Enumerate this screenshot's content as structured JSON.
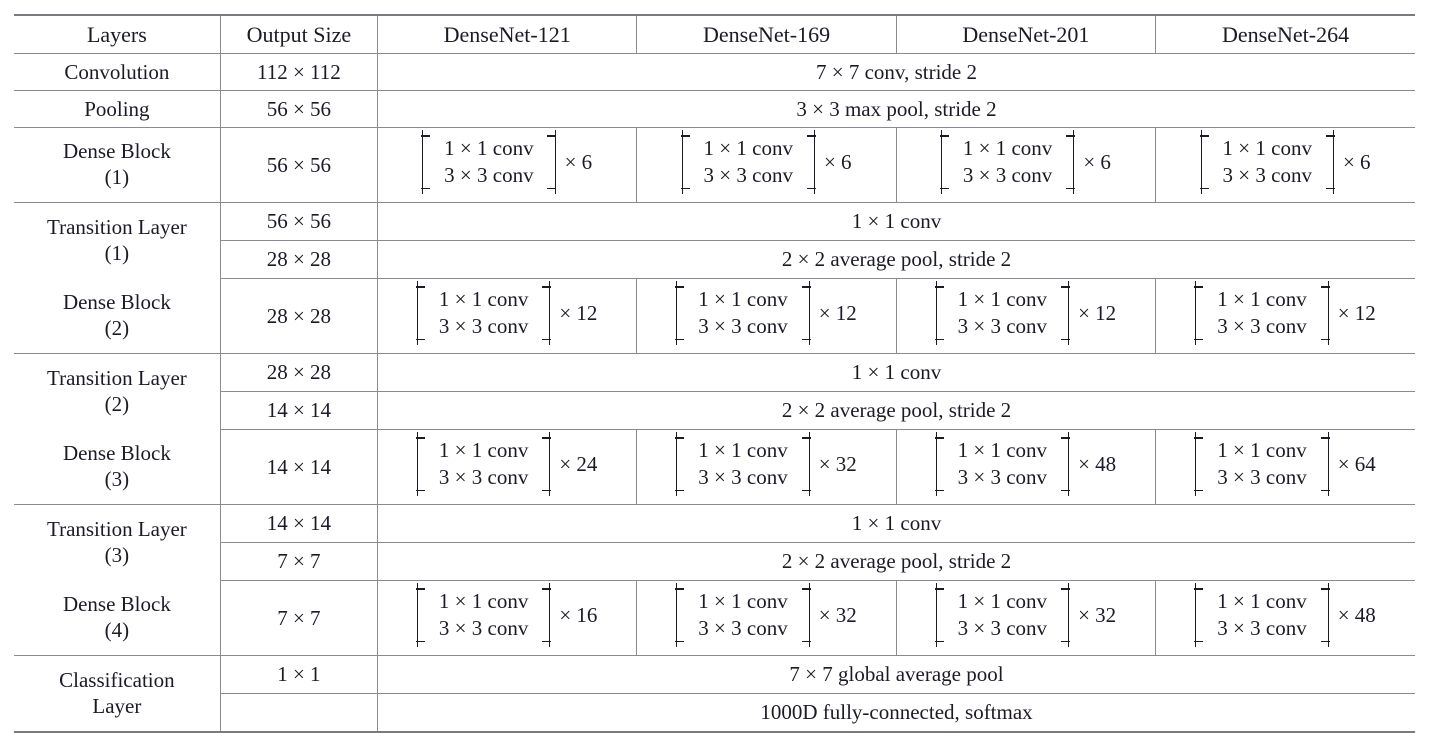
{
  "table": {
    "columns": [
      "Layers",
      "Output Size",
      "DenseNet-121",
      "DenseNet-169",
      "DenseNet-201",
      "DenseNet-264"
    ],
    "rows": [
      {
        "layer": "Convolution",
        "layer_sub": "",
        "output_size": "112 × 112",
        "span_text": "7 × 7 conv, stride 2",
        "kind": "span"
      },
      {
        "layer": "Pooling",
        "layer_sub": "",
        "output_size": "56 × 56",
        "span_text": "3 × 3 max pool, stride 2",
        "kind": "span"
      },
      {
        "layer": "Dense Block",
        "layer_sub": "(1)",
        "output_size": "56 × 56",
        "kind": "block",
        "block_line1": "1 × 1 conv",
        "block_line2": "3 × 3 conv",
        "multipliers": [
          "× 6",
          "× 6",
          "× 6",
          "× 6"
        ]
      },
      {
        "layer": "Transition Layer",
        "layer_sub": "(1)",
        "output_size_a": "56 × 56",
        "output_size_b": "28 × 28",
        "kind": "transition",
        "span_text_a": "1 × 1 conv",
        "span_text_b": "2 × 2 average pool, stride 2"
      },
      {
        "layer": "Dense Block",
        "layer_sub": "(2)",
        "output_size": "28 × 28",
        "kind": "block",
        "block_line1": "1 × 1 conv",
        "block_line2": "3 × 3 conv",
        "multipliers": [
          "× 12",
          "× 12",
          "× 12",
          "× 12"
        ]
      },
      {
        "layer": "Transition Layer",
        "layer_sub": "(2)",
        "output_size_a": "28 × 28",
        "output_size_b": "14 × 14",
        "kind": "transition",
        "span_text_a": "1 × 1 conv",
        "span_text_b": "2 × 2 average pool, stride 2"
      },
      {
        "layer": "Dense Block",
        "layer_sub": "(3)",
        "output_size": "14 × 14",
        "kind": "block",
        "block_line1": "1 × 1 conv",
        "block_line2": "3 × 3 conv",
        "multipliers": [
          "× 24",
          "× 32",
          "× 48",
          "× 64"
        ]
      },
      {
        "layer": "Transition Layer",
        "layer_sub": "(3)",
        "output_size_a": "14 × 14",
        "output_size_b": "7 × 7",
        "kind": "transition",
        "span_text_a": "1 × 1 conv",
        "span_text_b": "2 × 2 average pool, stride 2"
      },
      {
        "layer": "Dense Block",
        "layer_sub": "(4)",
        "output_size": "7 × 7",
        "kind": "block",
        "block_line1": "1 × 1 conv",
        "block_line2": "3 × 3 conv",
        "multipliers": [
          "× 16",
          "× 32",
          "× 32",
          "× 48"
        ]
      },
      {
        "layer": "Classification",
        "layer_sub": "Layer",
        "output_size_a": "1 × 1",
        "output_size_b": "",
        "kind": "classification",
        "span_text_a": "7 × 7 global average pool",
        "span_text_b": "1000D fully-connected, softmax"
      }
    ]
  }
}
